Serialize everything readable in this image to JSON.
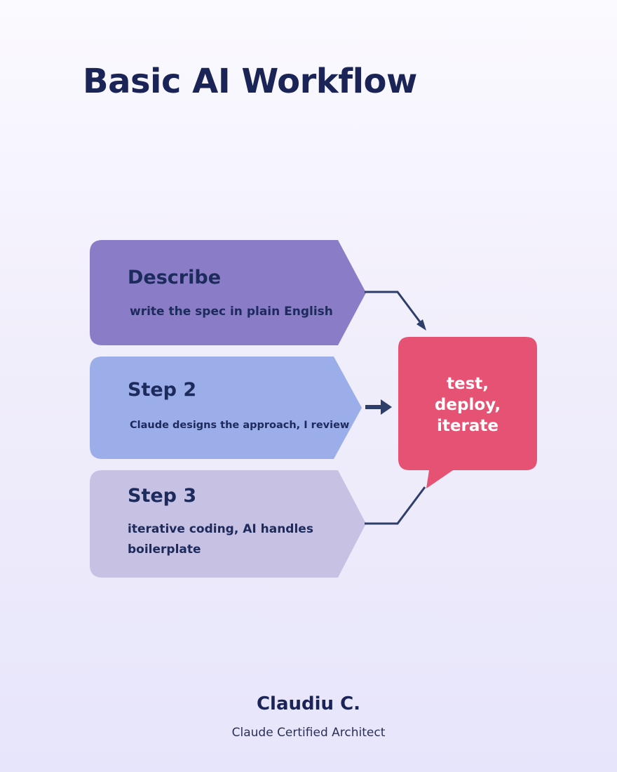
{
  "title": "Basic AI Workflow",
  "steps": [
    {
      "heading": "Describe",
      "description_lines": [
        "write the spec in plain English"
      ],
      "color": "#8b7cc8"
    },
    {
      "heading": "Step 2",
      "description_lines": [
        "Claude designs the approach, I review"
      ],
      "color": "#9caee9"
    },
    {
      "heading": "Step 3",
      "description_lines": [
        "iterative coding, AI handles",
        "boilerplate"
      ],
      "color": "#c7c2e4"
    }
  ],
  "outcome": {
    "lines": [
      "test,",
      "deploy,",
      "iterate"
    ],
    "color": "#e55273"
  },
  "connector_color": "#2d3e6b",
  "author": {
    "name": "Claudiu C.",
    "role": "Claude Certified Architect"
  }
}
